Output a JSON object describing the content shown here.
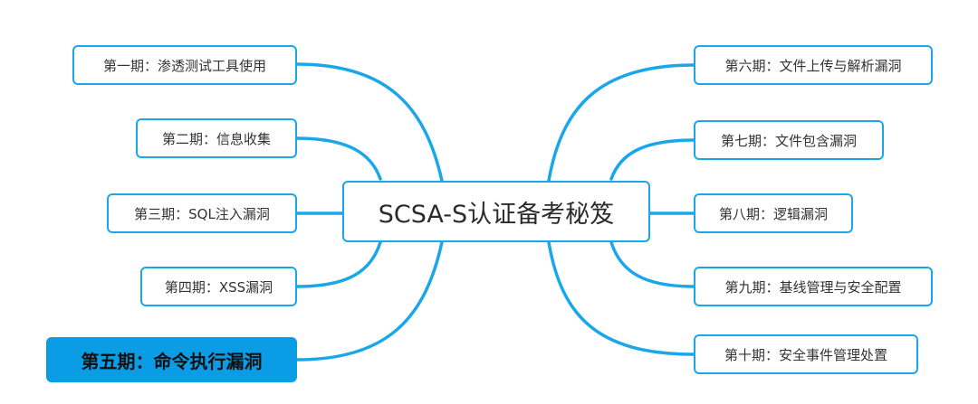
{
  "central_topic": "SCSA-S认证备考秘笈",
  "left_branches": [
    {
      "label": "第一期：渗透测试工具使用",
      "active": false
    },
    {
      "label": "第二期：信息收集",
      "active": false
    },
    {
      "label": "第三期：SQL注入漏洞",
      "active": false
    },
    {
      "label": "第四期：XSS漏洞",
      "active": false
    },
    {
      "label": "第五期：命令执行漏洞",
      "active": true
    }
  ],
  "right_branches": [
    {
      "label": "第六期：文件上传与解析漏洞",
      "active": false
    },
    {
      "label": "第七期：文件包含漏洞",
      "active": false
    },
    {
      "label": "第八期：逻辑漏洞",
      "active": false
    },
    {
      "label": "第九期：基线管理与安全配置",
      "active": false
    },
    {
      "label": "第十期：安全事件管理处置",
      "active": false
    }
  ],
  "colors": {
    "connector": "#1aa7ea",
    "active_fill": "#0a9de6"
  }
}
